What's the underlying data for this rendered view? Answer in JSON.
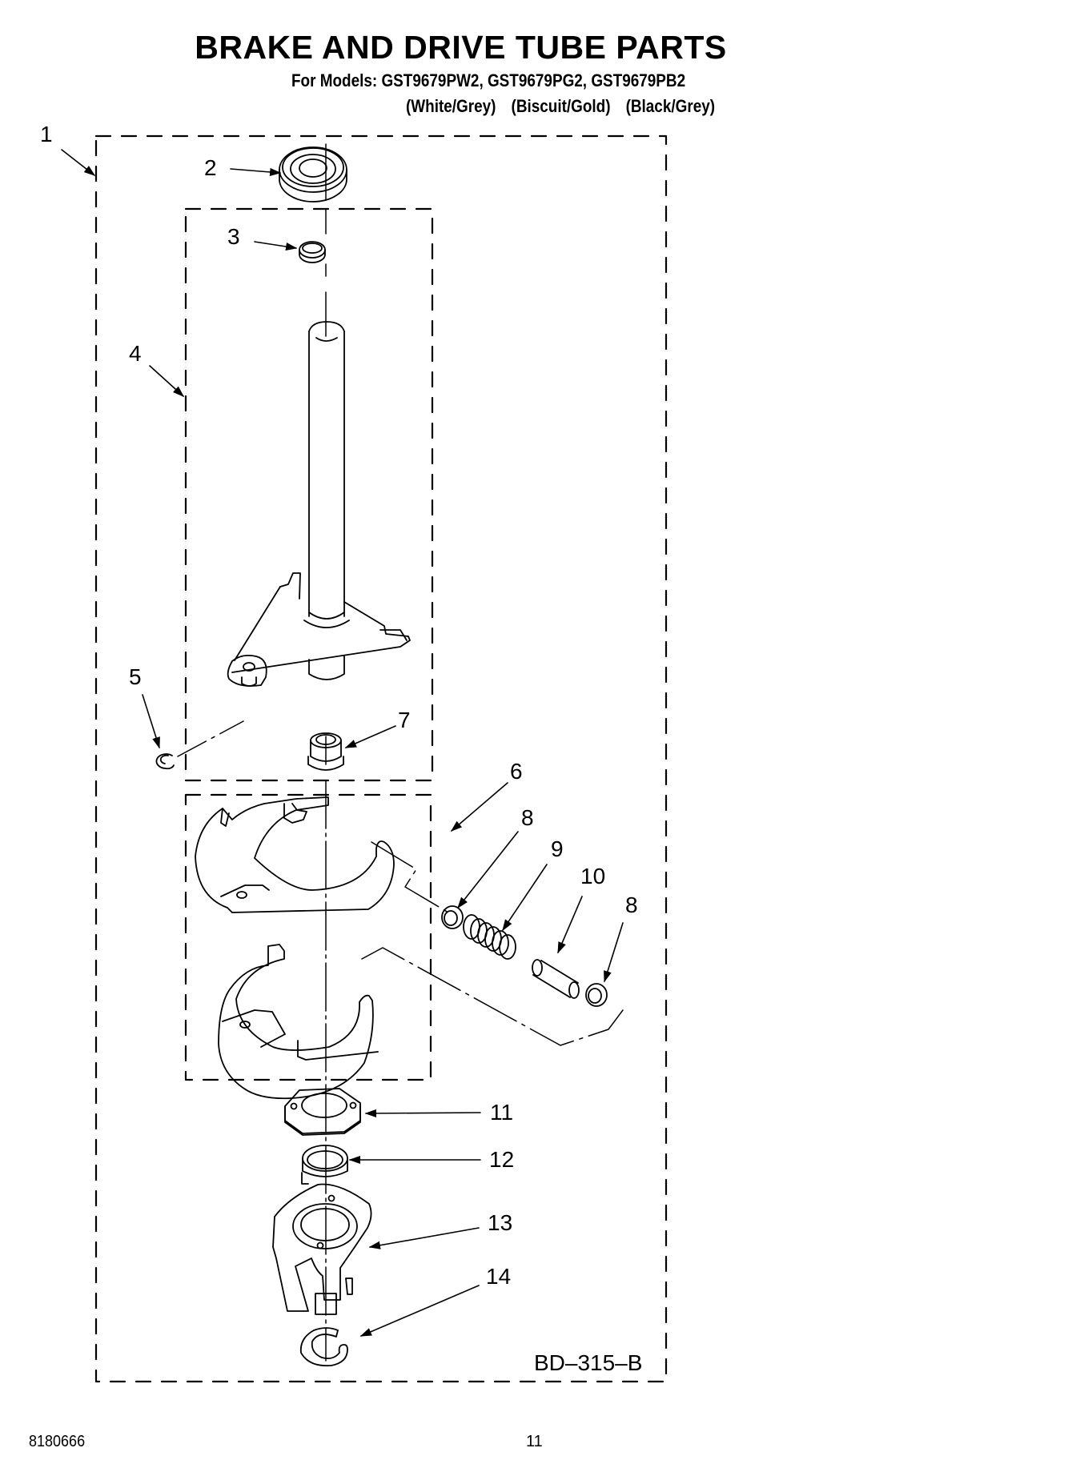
{
  "header": {
    "title": "BRAKE AND DRIVE TUBE PARTS",
    "models_line": "For Models: GST9679PW2, GST9679PG2, GST9679PB2",
    "color_variants": [
      "(White/Grey)",
      "(Biscuit/Gold)",
      "(Black/Grey)"
    ]
  },
  "diagram": {
    "drawing_code": "BD–315–B",
    "callouts": [
      {
        "id": "1",
        "label": "1",
        "part": "outer assembly boundary"
      },
      {
        "id": "2",
        "label": "2",
        "part": "seal"
      },
      {
        "id": "3",
        "label": "3",
        "part": "bushing"
      },
      {
        "id": "4",
        "label": "4",
        "part": "drive tube assembly"
      },
      {
        "id": "5",
        "label": "5",
        "part": "clip"
      },
      {
        "id": "6",
        "label": "6",
        "part": "brake shoe assembly"
      },
      {
        "id": "7",
        "label": "7",
        "part": "bearing"
      },
      {
        "id": "8a",
        "label": "8",
        "part": "washer"
      },
      {
        "id": "9",
        "label": "9",
        "part": "spring"
      },
      {
        "id": "10",
        "label": "10",
        "part": "pin"
      },
      {
        "id": "8b",
        "label": "8",
        "part": "washer"
      },
      {
        "id": "11",
        "label": "11",
        "part": "plate"
      },
      {
        "id": "12",
        "label": "12",
        "part": "ring"
      },
      {
        "id": "13",
        "label": "13",
        "part": "brake cam / lever"
      },
      {
        "id": "14",
        "label": "14",
        "part": "retaining ring"
      }
    ]
  },
  "footer": {
    "doc_number": "8180666",
    "page_number": "11"
  }
}
